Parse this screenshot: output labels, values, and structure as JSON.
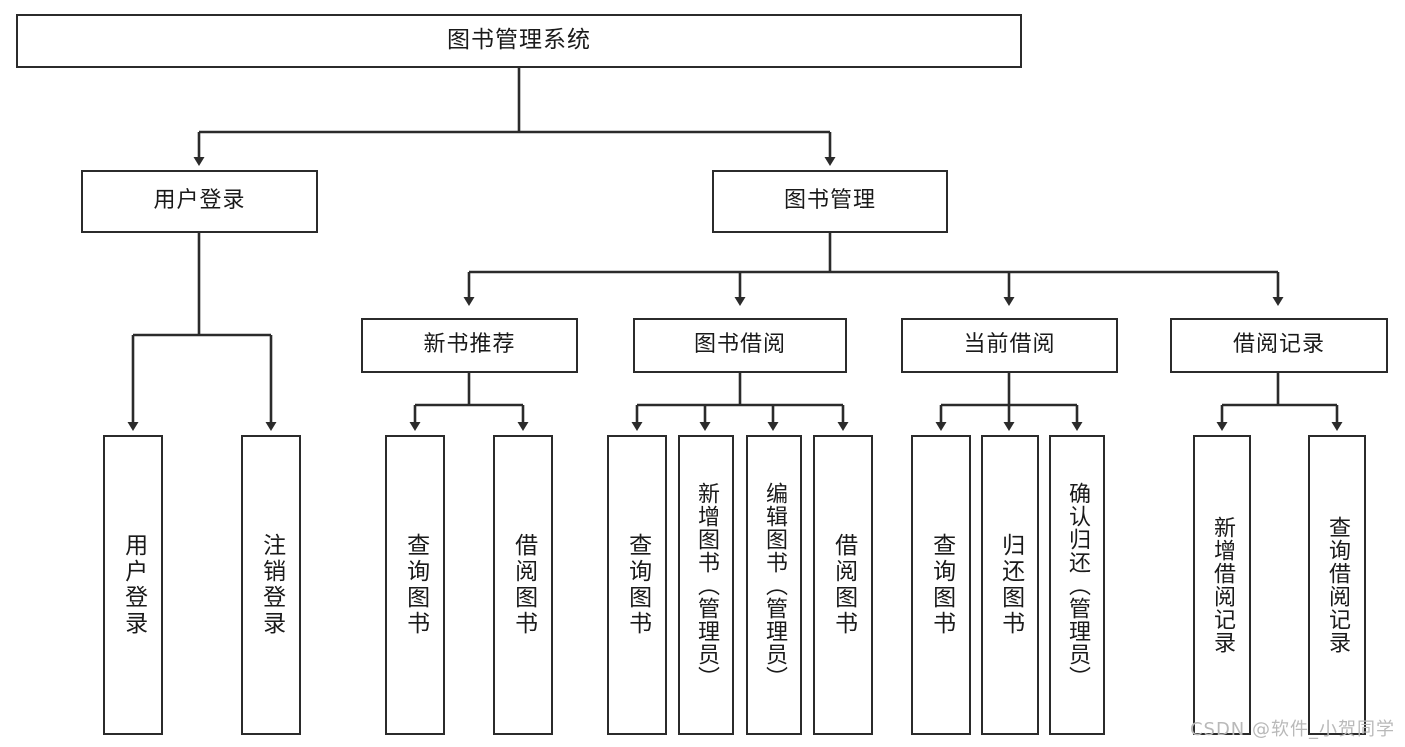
{
  "diagram": {
    "type": "tree-hierarchy",
    "title": "图书管理系统",
    "watermark": "CSDN @软件_小贺同学",
    "colors": {
      "stroke": "#2b2b2b",
      "fill": "#ffffff",
      "text": "#1a1a1a",
      "watermark": "#b9b9b9"
    },
    "levels": {
      "root": {
        "label": "图书管理系统"
      },
      "level2": [
        {
          "id": "user-login",
          "label": "用户登录"
        },
        {
          "id": "book-manage",
          "label": "图书管理"
        }
      ],
      "level3": [
        {
          "id": "new-book-recommend",
          "label": "新书推荐",
          "parent": "book-manage"
        },
        {
          "id": "book-borrow",
          "label": "图书借阅",
          "parent": "book-manage"
        },
        {
          "id": "current-borrow",
          "label": "当前借阅",
          "parent": "book-manage"
        },
        {
          "id": "borrow-record",
          "label": "借阅记录",
          "parent": "book-manage"
        }
      ],
      "leaves": [
        {
          "id": "leaf-user-login",
          "label": "用户登录",
          "parent": "user-login"
        },
        {
          "id": "leaf-logout-login",
          "label": "注销登录",
          "parent": "user-login"
        },
        {
          "id": "leaf-query-book-1",
          "label": "查询图书",
          "parent": "new-book-recommend"
        },
        {
          "id": "leaf-borrow-book-1",
          "label": "借阅图书",
          "parent": "new-book-recommend"
        },
        {
          "id": "leaf-query-book-2",
          "label": "查询图书",
          "parent": "book-borrow"
        },
        {
          "id": "leaf-add-book-admin",
          "label": "新增图书（管理员）",
          "parent": "book-borrow"
        },
        {
          "id": "leaf-edit-book-admin",
          "label": "编辑图书（管理员）",
          "parent": "book-borrow"
        },
        {
          "id": "leaf-borrow-book-2",
          "label": "借阅图书",
          "parent": "book-borrow"
        },
        {
          "id": "leaf-query-book-3",
          "label": "查询图书",
          "parent": "current-borrow"
        },
        {
          "id": "leaf-return-book",
          "label": "归还图书",
          "parent": "current-borrow"
        },
        {
          "id": "leaf-confirm-return-admin",
          "label": "确认归还（管理员）",
          "parent": "current-borrow"
        },
        {
          "id": "leaf-add-borrow-record",
          "label": "新增借阅记录",
          "parent": "borrow-record"
        },
        {
          "id": "leaf-query-borrow-record",
          "label": "查询借阅记录",
          "parent": "borrow-record"
        }
      ]
    }
  }
}
